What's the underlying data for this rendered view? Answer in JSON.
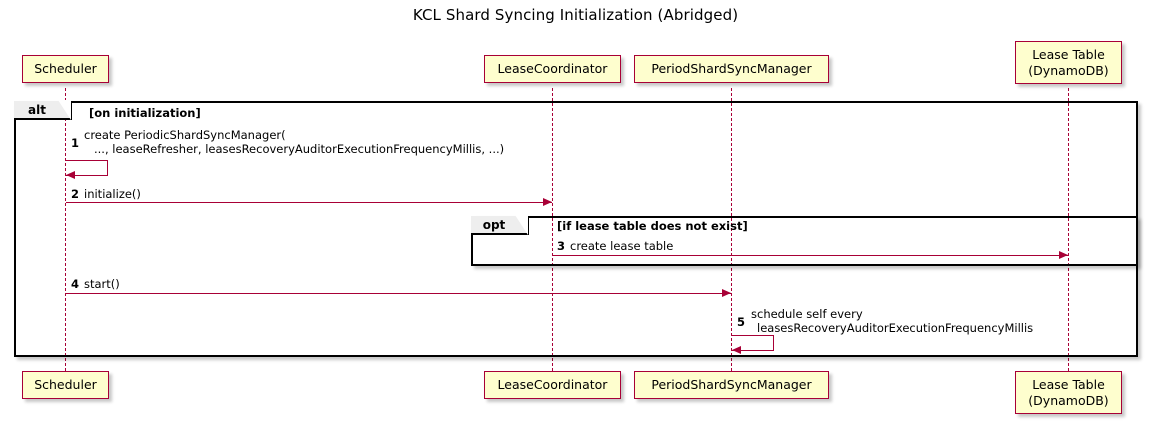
{
  "diagram": {
    "title": "KCL Shard Syncing Initialization (Abridged)",
    "accent_color": "#A80036",
    "participant_fill": "#FEFECE",
    "frame_tab_fill": "#EEEEEE"
  },
  "participants": [
    {
      "id": "scheduler",
      "label": "Scheduler"
    },
    {
      "id": "leasecoord",
      "label": "LeaseCoordinator"
    },
    {
      "id": "psyncmanager",
      "label": "PeriodShardSyncManager"
    },
    {
      "id": "leasetable",
      "label_line1": "Lease Table",
      "label_line2": "(DynamoDB)"
    }
  ],
  "frames": [
    {
      "id": "alt",
      "keyword": "alt",
      "condition": "[on initialization]"
    },
    {
      "id": "opt",
      "keyword": "opt",
      "condition": "[if lease table does not exist]"
    }
  ],
  "messages": [
    {
      "number": "1",
      "text_line1": "create PeriodicShardSyncManager(",
      "text_line2": "..., leaseRefresher, leasesRecoveryAuditorExecutionFrequencyMillis, ...)",
      "from": "scheduler",
      "to": "scheduler",
      "kind": "self"
    },
    {
      "number": "2",
      "text_line1": "initialize()",
      "from": "scheduler",
      "to": "leasecoord",
      "kind": "sync"
    },
    {
      "number": "3",
      "text_line1": "create lease table",
      "from": "leasecoord",
      "to": "leasetable",
      "kind": "sync"
    },
    {
      "number": "4",
      "text_line1": "start()",
      "from": "scheduler",
      "to": "psyncmanager",
      "kind": "sync"
    },
    {
      "number": "5",
      "text_line1": "schedule self every",
      "text_line2": "leasesRecoveryAuditorExecutionFrequencyMillis",
      "from": "psyncmanager",
      "to": "psyncmanager",
      "kind": "self"
    }
  ]
}
